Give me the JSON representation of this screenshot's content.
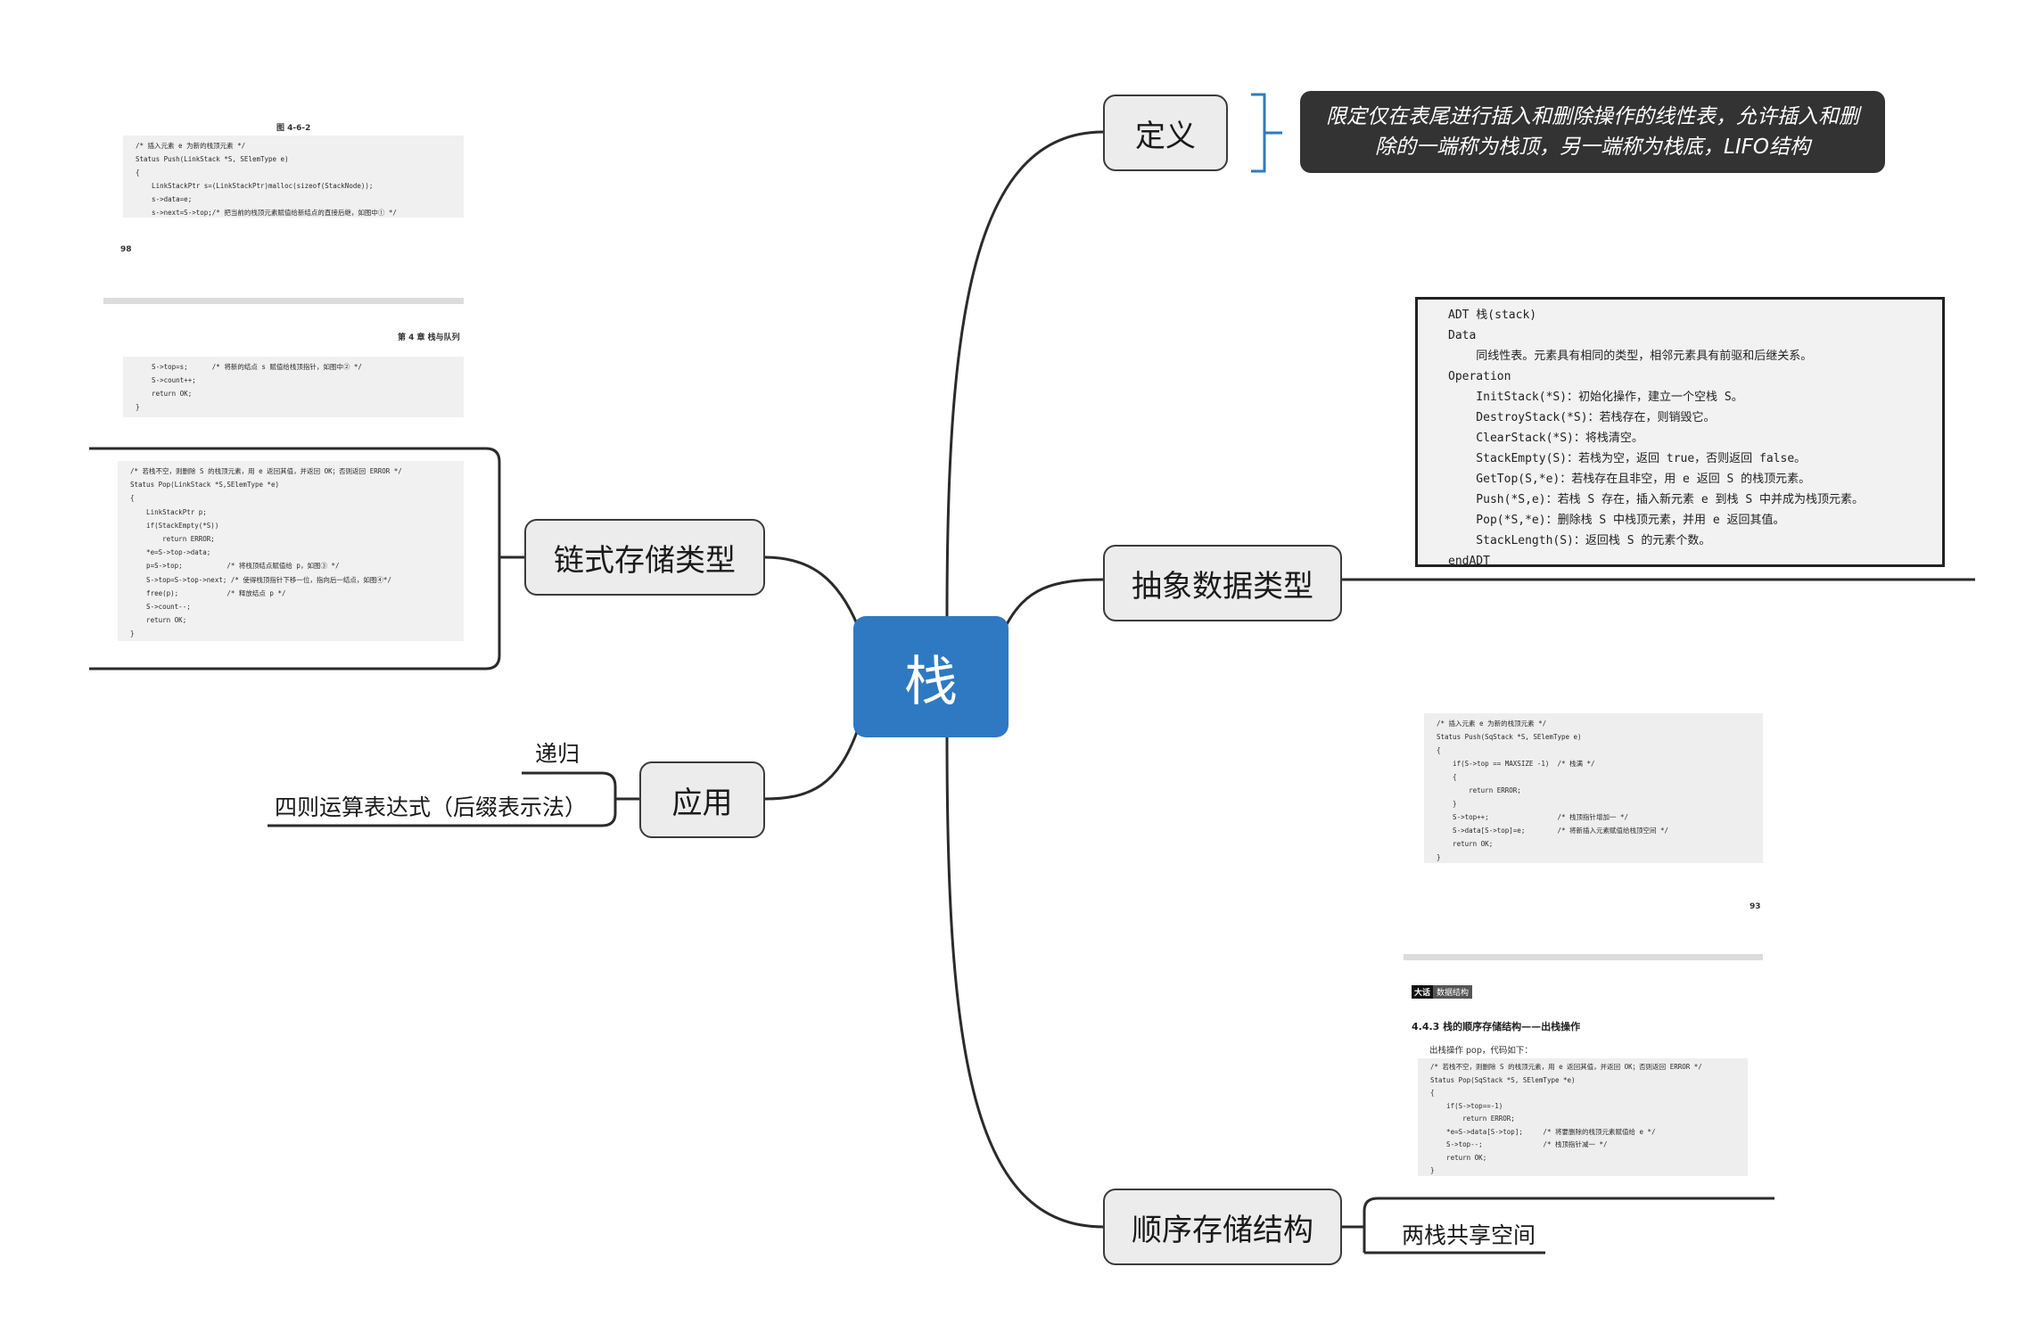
{
  "root": {
    "label": "栈"
  },
  "branches": {
    "definition": {
      "label": "定义"
    },
    "adt": {
      "label": "抽象数据类型"
    },
    "sequential": {
      "label": "顺序存储结构"
    },
    "linked": {
      "label": "链式存储类型"
    },
    "application": {
      "label": "应用"
    }
  },
  "definition_text": "限定仅在表尾进行插入和删除操作的线性表，允许插入和删除的一端称为栈顶，另一端称为栈底，LIFO结构",
  "sequential_children": [
    "两栈共享空间"
  ],
  "application_children": [
    "递归",
    "四则运算表达式（后缀表示法）"
  ],
  "linked_push_image": {
    "caption": "图 4-6-2",
    "code": [
      "/* 插入元素 e 为新的栈顶元素 */",
      "Status Push(LinkStack *S, SElemType e)",
      "{",
      "    LinkStackPtr s=(LinkStackPtr)malloc(sizeof(StackNode));",
      "    s->data=e;",
      "    s->next=S->top;/* 把当前的栈顶元素赋值给新结点的直接后继，如图中① */"
    ],
    "page_number": "98",
    "page_header": "第 4 章  栈与队列",
    "code2": [
      "    S->top=s;      /* 将新的结点 s 赋值给栈顶指针，如图中② */",
      "    S->count++;",
      "    return OK;",
      "}"
    ]
  },
  "linked_pop_image": {
    "code": [
      "/* 若栈不空，则删除 S 的栈顶元素，用 e 返回其值，并返回 OK；否则返回 ERROR */",
      "Status Pop(LinkStack *S,SElemType *e)",
      "{",
      "    LinkStackPtr p;",
      "    if(StackEmpty(*S))",
      "        return ERROR;",
      "    *e=S->top->data;",
      "    p=S->top;           /* 将栈顶结点赋值给 p，如图③ */",
      "    S->top=S->top->next; /* 使得栈顶指针下移一位，指向后一结点，如图④*/",
      "    free(p);            /* 释放结点 p */",
      "    S->count--;",
      "    return OK;",
      "}"
    ]
  },
  "adt_image": {
    "lines": [
      "ADT 栈(stack)",
      "Data",
      "    同线性表。元素具有相同的类型，相邻元素具有前驱和后继关系。",
      "Operation",
      "    InitStack(*S)：初始化操作，建立一个空栈 S。",
      "    DestroyStack(*S)：若栈存在，则销毁它。",
      "    ClearStack(*S)：将栈清空。",
      "    StackEmpty(S)：若栈为空，返回 true，否则返回 false。",
      "    GetTop(S,*e)：若栈存在且非空，用 e 返回 S 的栈顶元素。",
      "    Push(*S,e)：若栈 S 存在，插入新元素 e 到栈 S 中并成为栈顶元素。",
      "    Pop(*S,*e)：删除栈 S 中栈顶元素，并用 e 返回其值。",
      "    StackLength(S)：返回栈 S 的元素个数。",
      "endADT"
    ]
  },
  "seq_push_image": {
    "code": [
      "/* 插入元素 e 为新的栈顶元素 */",
      "Status Push(SqStack *S, SElemType e)",
      "{",
      "    if(S->top == MAXSIZE -1)  /* 栈满 */",
      "    {",
      "        return ERROR;",
      "    }",
      "    S->top++;                 /* 栈顶指针增加一 */",
      "    S->data[S->top]=e;        /* 将新插入元素赋值给栈顶空间 */",
      "    return OK;",
      "}"
    ],
    "page_number": "93"
  },
  "seq_pop_image": {
    "badge": "大话",
    "badge2": "数据结构",
    "heading": "4.4.3  栈的顺序存储结构——出栈操作",
    "intro": "出栈操作 pop，代码如下：",
    "code": [
      "/* 若栈不空，则删除 S 的栈顶元素，用 e 返回其值，并返回 OK；否则返回 ERROR */",
      "Status Pop(SqStack *S, SElemType *e)",
      "{",
      "    if(S->top==-1)",
      "        return ERROR;",
      "    *e=S->data[S->top];     /* 将要删除的栈顶元素赋值给 e */",
      "    S->top--;               /* 栈顶指针减一 */",
      "    return OK;",
      "}"
    ]
  },
  "colors": {
    "root": "#2f78c2",
    "node_fill": "#ececec",
    "node_border": "#3b3b3b",
    "callout": "#333333",
    "bracket": "#2f78c2"
  }
}
